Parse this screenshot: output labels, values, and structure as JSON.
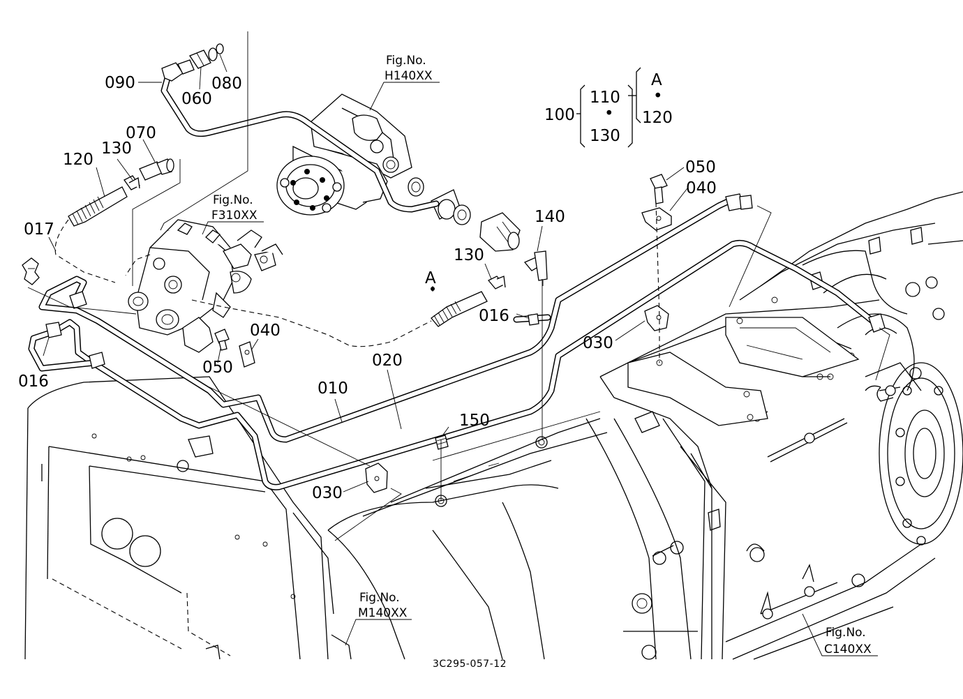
{
  "diagram": {
    "part_labels": {
      "p090": "090",
      "p060": "060",
      "p080": "080",
      "p070": "070",
      "p130a": "130",
      "p120a": "120",
      "p017": "017",
      "p016a": "016",
      "p050a": "050",
      "p040a": "040",
      "p010": "010",
      "p020": "020",
      "p030a": "030",
      "p150": "150",
      "p016b": "016",
      "p130b": "130",
      "p140": "140",
      "p050b": "050",
      "p040b": "040",
      "p030b": "030",
      "pA": "A"
    },
    "legend": {
      "p100": "100",
      "p110": "110",
      "dot1": "•",
      "p130": "130",
      "pA": "A",
      "dot2": "•",
      "p120": "120"
    },
    "figure_refs": {
      "h140": {
        "title": "Fig.No.",
        "code": "H140XX"
      },
      "f310": {
        "title": "Fig.No.",
        "code": "F310XX"
      },
      "m140": {
        "title": "Fig.No.",
        "code": "M140XX"
      },
      "c140": {
        "title": "Fig.No.",
        "code": "C140XX"
      }
    },
    "drawing_code": "3C295-057-12"
  }
}
